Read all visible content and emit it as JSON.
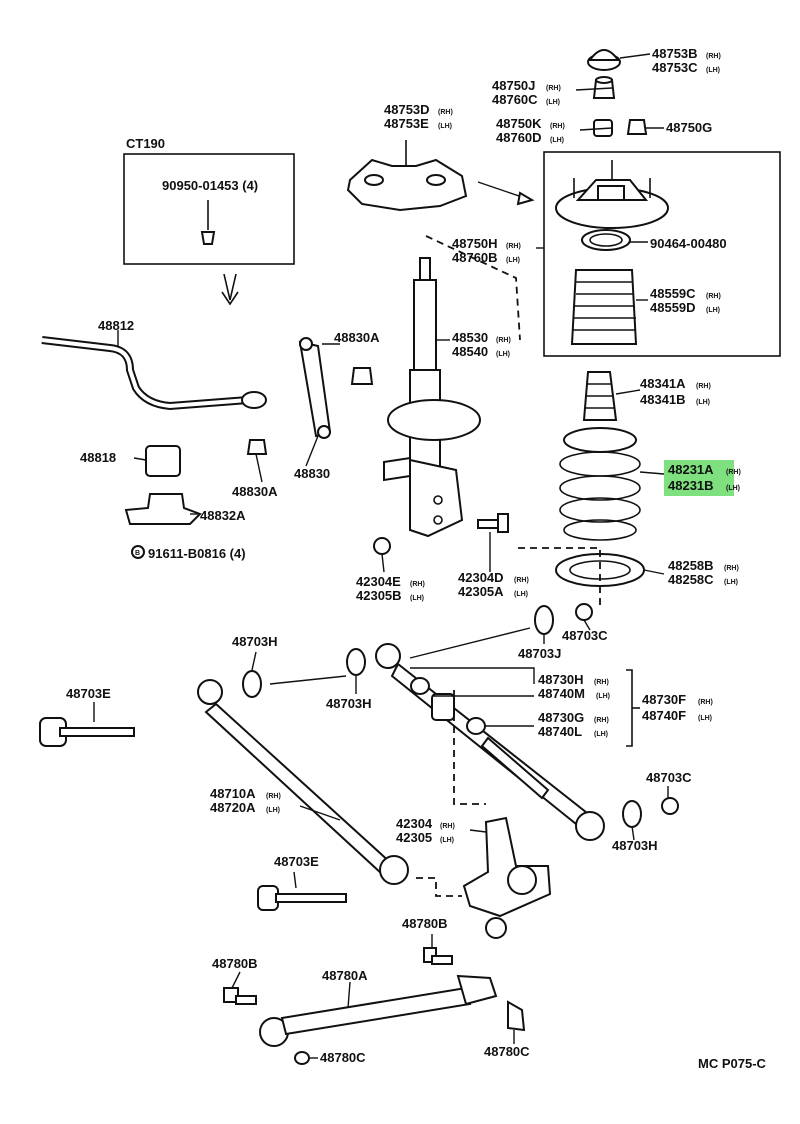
{
  "labels": {
    "p48753B": "48753B",
    "p48753C": "48753C",
    "p48750J": "48750J",
    "p48760C": "48760C",
    "p48753D": "48753D",
    "p48753E": "48753E",
    "p48750K": "48750K",
    "p48760D": "48760D",
    "p48750G": "48750G",
    "ct190": "CT190",
    "p90950": "90950-01453 (4)",
    "p90464": "90464-00480",
    "p48750H": "48750H",
    "p48760B": "48760B",
    "p48559C": "48559C",
    "p48559D": "48559D",
    "p48812": "48812",
    "p48830A_top": "48830A",
    "p48530": "48530",
    "p48540": "48540",
    "p48341A": "48341A",
    "p48341B": "48341B",
    "p48818": "48818",
    "p48830": "48830",
    "p48830A_bot": "48830A",
    "p48231A": "48231A",
    "p48231B": "48231B",
    "p48832A": "48832A",
    "p91611": "91611-B0816 (4)",
    "p42304E": "42304E",
    "p42305B": "42305B",
    "p42304D": "42304D",
    "p42305A": "42305A",
    "p48258B": "48258B",
    "p48258C": "48258C",
    "p48703H_1": "48703H",
    "p48703C_1": "48703C",
    "p48703J": "48703J",
    "p48703E_1": "48703E",
    "p48703H_2": "48703H",
    "p48730H": "48730H",
    "p48740M": "48740M",
    "p48730F": "48730F",
    "p48740F": "48740F",
    "p48730G": "48730G",
    "p48740L": "48740L",
    "p48703C_2": "48703C",
    "p48710A": "48710A",
    "p48720A": "48720A",
    "p42304": "42304",
    "p42305": "42305",
    "p48703H_3": "48703H",
    "p48703E_2": "48703E",
    "p48780B_1": "48780B",
    "p48780B_2": "48780B",
    "p48780A": "48780A",
    "p48780C_1": "48780C",
    "p48780C_2": "48780C",
    "footer": "MC P075-C"
  },
  "side": {
    "rh": "(RH)",
    "lh": "(LH)",
    "circle_b": "B"
  },
  "colors": {
    "highlight": "#7fe07f",
    "ink": "#111111"
  }
}
